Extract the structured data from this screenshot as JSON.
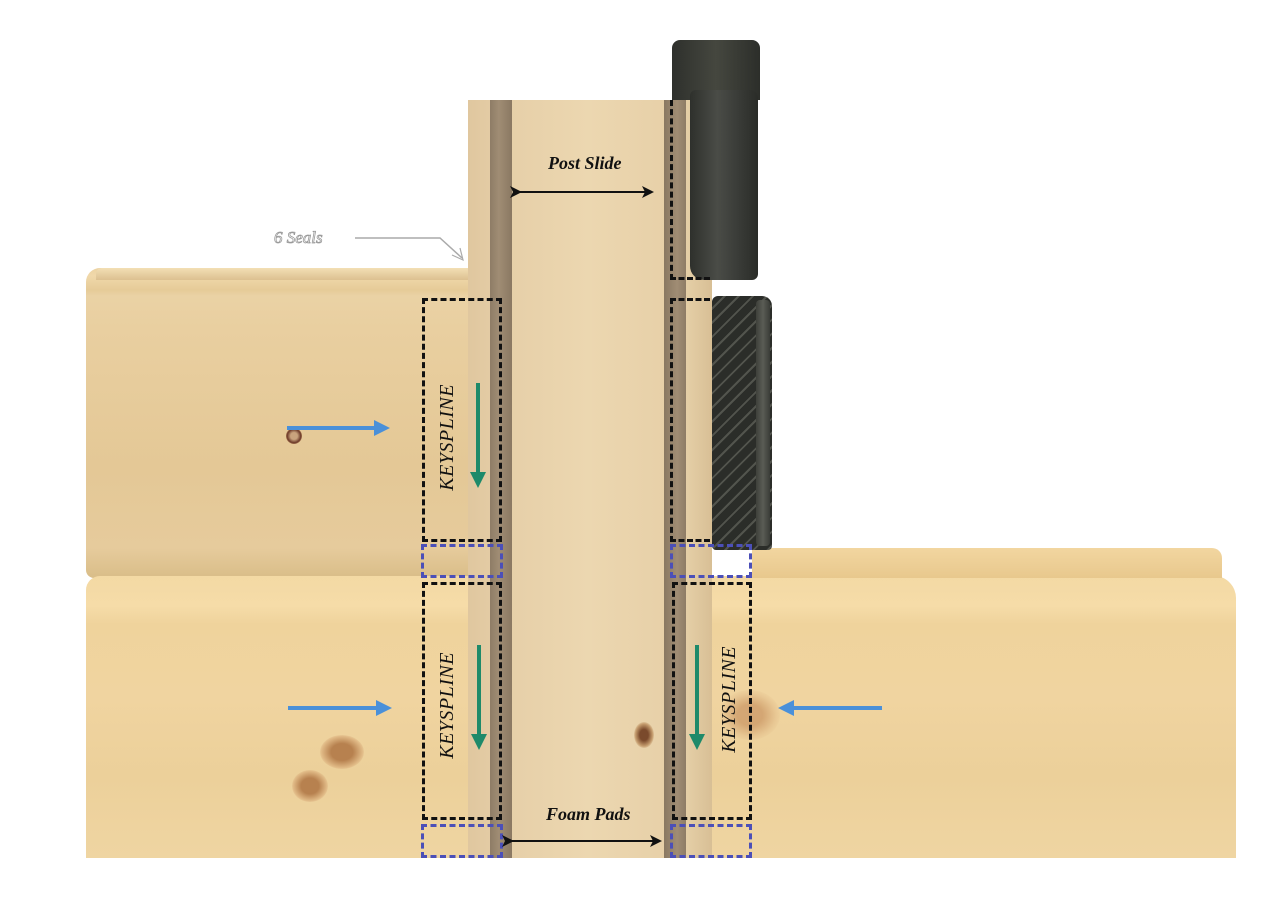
{
  "diagram": {
    "title": "Post and log keyspline joint diagram",
    "labels": {
      "seals": "6 Seals",
      "post_slide": "Post Slide",
      "foam_pads": "Foam Pads",
      "keyspline_top_left": "KEYSPLINE",
      "keyspline_bottom_left": "KEYSPLINE",
      "keyspline_bottom_right": "KEYSPLINE"
    },
    "components": [
      {
        "id": "upper-left-log",
        "type": "log"
      },
      {
        "id": "lower-log",
        "type": "log"
      },
      {
        "id": "vertical-post",
        "type": "post"
      },
      {
        "id": "keyspline-insert-top",
        "type": "spline"
      },
      {
        "id": "keyspline-insert-bottom",
        "type": "spline"
      }
    ],
    "arrows": {
      "blue_horizontal": [
        {
          "id": "upper-left-inward",
          "direction": "right"
        },
        {
          "id": "lower-left-inward",
          "direction": "right"
        },
        {
          "id": "lower-right-inward",
          "direction": "left"
        }
      ],
      "green_vertical": [
        {
          "id": "upper-left-down",
          "direction": "down"
        },
        {
          "id": "lower-left-down",
          "direction": "down"
        },
        {
          "id": "lower-right-down",
          "direction": "down"
        }
      ],
      "dimension": [
        {
          "id": "post-slide-span",
          "direction": "both"
        },
        {
          "id": "foam-pads-span",
          "direction": "both"
        }
      ]
    },
    "colors": {
      "blue_arrow": "#4a90d9",
      "green_arrow": "#1e8a6a",
      "dash_black": "#111111",
      "dash_blue": "#4b4fb8",
      "wood_light": "#ecd7b0",
      "groove": "#8e7c66",
      "spline": "#3a3c38"
    }
  }
}
